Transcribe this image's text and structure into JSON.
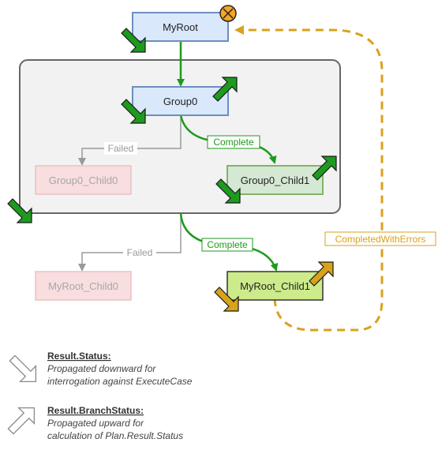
{
  "nodes": {
    "my_root": "MyRoot",
    "group0": "Group0",
    "group0_child0": "Group0_Child0",
    "group0_child1": "Group0_Child1",
    "my_root_child0": "MyRoot_Child0",
    "my_root_child1": "MyRoot_Child1"
  },
  "edges": {
    "failed_group": "Failed",
    "complete_group": "Complete",
    "failed_root": "Failed",
    "complete_root": "Complete",
    "completed_with_errors": "CompletedWithErrors"
  },
  "legend": {
    "status_title": "Result.Status:",
    "status_desc_1": "Propagated downward for",
    "status_desc_2": "interrogation against ExecuteCase",
    "branch_title": "Result.BranchStatus:",
    "branch_desc_1": "Propagated upward for",
    "branch_desc_2": "calculation of Plan.Result.Status"
  },
  "colors": {
    "green": "#1e9a1e",
    "orange": "#d9a21b",
    "blue_fill": "#dae8fc",
    "blue_stroke": "#6c8ebf",
    "faded_red_fill": "#f8dede",
    "green_fill": "#d5e8d4",
    "lime_fill": "#cdeb8b"
  }
}
